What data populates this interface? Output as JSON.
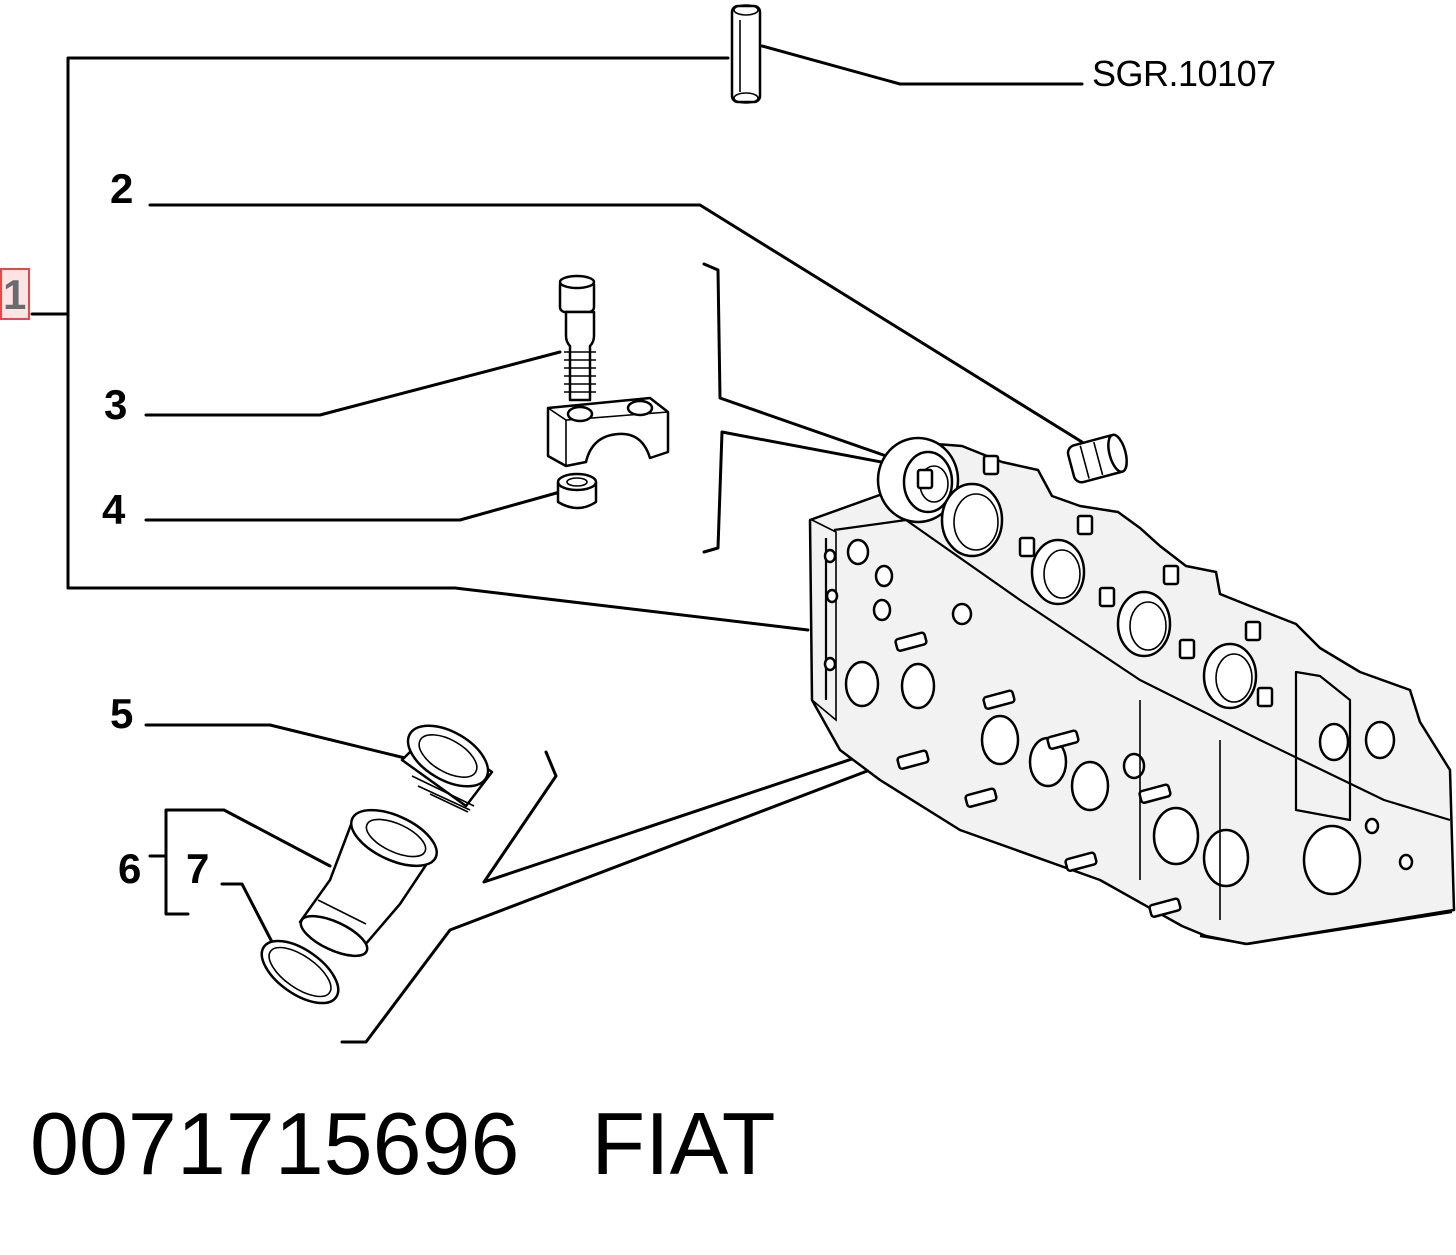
{
  "ref_code": "SGR.10107",
  "callouts": {
    "c1": "1",
    "c2": "2",
    "c3": "3",
    "c4": "4",
    "c5": "5",
    "c6": "6",
    "c7": "7"
  },
  "footer": {
    "part_number": "0071715696",
    "brand": "FIAT"
  },
  "colors": {
    "highlight_border": "#e24a4a",
    "highlight_fill": "#fde4e4",
    "ink": "#000000"
  }
}
